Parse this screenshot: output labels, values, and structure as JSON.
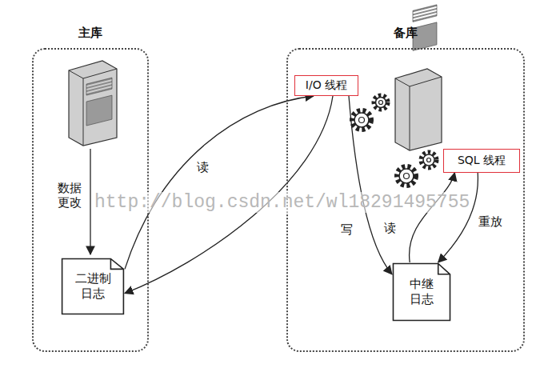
{
  "diagram": {
    "nodes": [
      {
        "text": [
          "主库"
        ]
      },
      {
        "text": [
          "二进制 日志"
        ],
        "in": 0
      },
      {
        "text": [
          "备库"
        ]
      },
      {
        "text": [
          "I/O 线程"
        ],
        "in": 2
      },
      {
        "text": [
          "SQL 线程"
        ],
        "in": 2
      },
      {
        "text": [
          "中继 日志"
        ],
        "in": 2
      }
    ],
    "edges": [
      {
        "from": 1,
        "to": 3,
        "label": "读",
        "arrow": "to"
      },
      {
        "from": 3,
        "to": 1,
        "arrow": "to"
      },
      {
        "from": 3,
        "to": 5,
        "label": "写",
        "arrow": "to"
      },
      {
        "from": 5,
        "to": 4,
        "label": "读",
        "arrow": "to"
      },
      {
        "from": 4,
        "to": 5,
        "label": "重放",
        "arrow": "to"
      }
    ],
    "labels": [
      "数据 更改",
      "http://blog.csdn.net/wl18291495755"
    ]
  }
}
